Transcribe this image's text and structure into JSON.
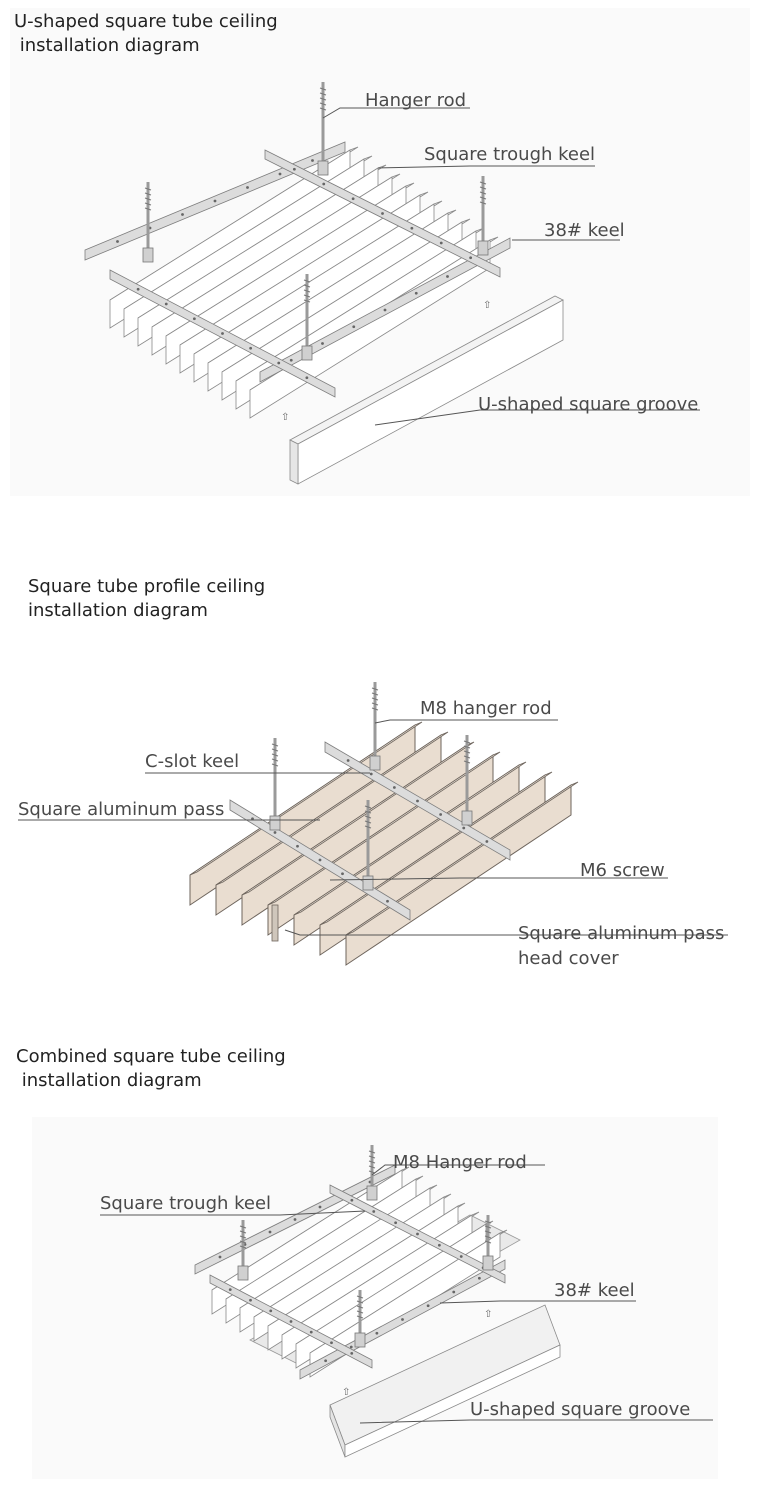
{
  "diagrams": [
    {
      "title_line1": "U-shaped square tube ceiling",
      "title_line2": " installation diagram",
      "labels": {
        "hanger_rod": "Hanger rod",
        "square_trough_keel": "Square trough keel",
        "keel_38": "38# keel",
        "u_groove": "U-shaped square groove"
      }
    },
    {
      "title_line1": "Square tube profile ceiling",
      "title_line2": "installation diagram",
      "labels": {
        "m8_hanger_rod": "M8 hanger rod",
        "c_slot_keel": "C-slot keel",
        "square_aluminum_pass": "Square aluminum pass",
        "m6_screw": "M6 screw",
        "head_cover_line1": "Square aluminum pass",
        "head_cover_line2": "head cover"
      }
    },
    {
      "title_line1": "Combined square tube ceiling",
      "title_line2": " installation diagram",
      "labels": {
        "m8_hanger_rod": "M8 Hanger rod",
        "square_trough_keel": "Square trough keel",
        "keel_38": "38# keel",
        "u_groove": "U-shaped square groove"
      }
    }
  ],
  "colors": {
    "profile_face": "#efefef",
    "profile_edge": "#8a8a8a",
    "keel": "#dcdcdc",
    "rod": "#9a9a9a",
    "wood": "#e9ddd0",
    "wood_edge": "#6e655d",
    "leader": "#555555"
  }
}
